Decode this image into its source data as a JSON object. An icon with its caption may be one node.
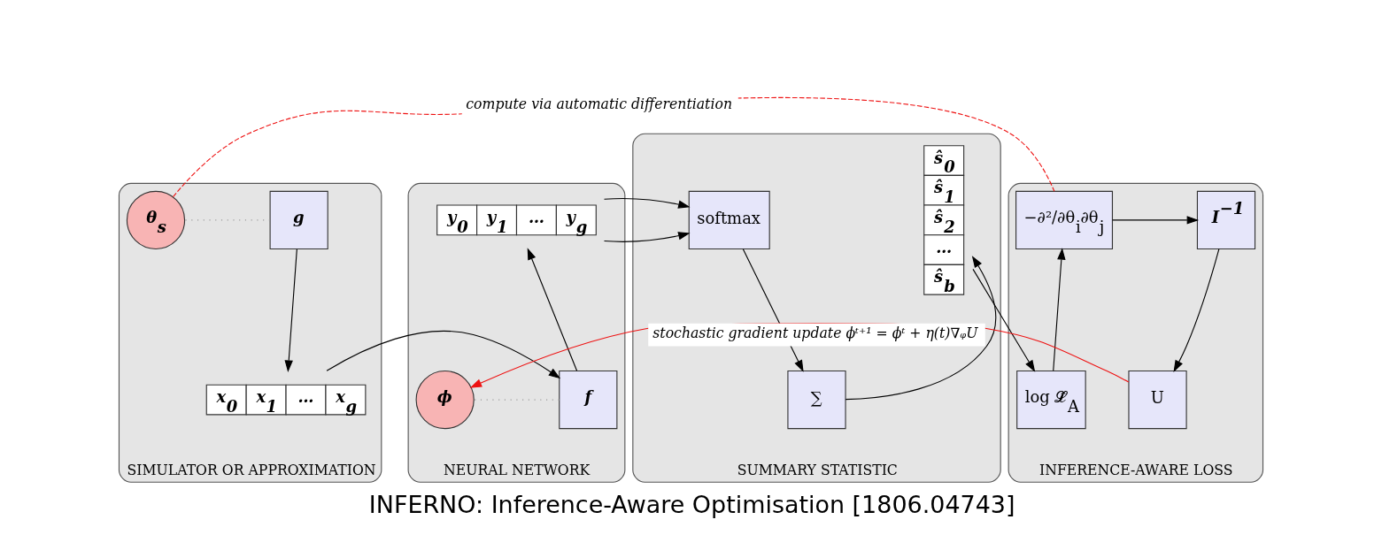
{
  "diagram": {
    "caption": "INFERNO: Inference-Aware Optimisation [1806.04743]",
    "nodes": [
      {
        "text": [
          "SIMULATOR OR APPROXIMATION"
        ]
      },
      {
        "text": [
          "g"
        ],
        "in": 0
      },
      {
        "text": [
          "θ$_{s}$"
        ],
        "in": 0
      },
      {
        "text": [
          "x$_{0}$",
          "x$_{1}$",
          "…",
          "x$_{g}$"
        ],
        "in": 0
      },
      {
        "text": [
          "NEURAL NETWORK"
        ]
      },
      {
        "text": [
          "y$_{0}$",
          "y$_{1}$",
          "…",
          "y$_{g}$"
        ],
        "in": 4
      },
      {
        "text": [
          "f"
        ],
        "in": 4
      },
      {
        "text": [
          "ϕ"
        ],
        "in": 4
      },
      {
        "text": [
          "SUMMARY STATISTIC"
        ]
      },
      {
        "text": [
          "softmax"
        ],
        "in": 8
      },
      {
        "text": [
          "∑"
        ],
        "in": 8
      },
      {
        "text": [
          "ŝ$_{0}$",
          "ŝ$_{1}$",
          "ŝ$_{2}$",
          "…",
          "ŝ$_{b}$"
        ],
        "in": 8
      },
      {
        "text": [
          "INFERENCE-AWARE LOSS"
        ]
      },
      {
        "text": [
          "−∂²/∂θ$_{i}$∂θ$_{j}$"
        ],
        "in": 12
      },
      {
        "text": [
          "I$^{−1}$"
        ],
        "in": 12
      },
      {
        "text": [
          "log 𝓛̂$_{A}$"
        ],
        "in": 12
      },
      {
        "text": [
          "U"
        ],
        "in": 12
      }
    ],
    "edges": [
      {
        "from": 1,
        "to": 3,
        "arrow": "to"
      },
      {
        "from": 1,
        "to": 2,
        "arrow": "none",
        "style": "dashed",
        "color": "#999999"
      },
      {
        "from": 3,
        "to": 6,
        "arrow": "to"
      },
      {
        "from": 6,
        "to": 5,
        "arrow": "to"
      },
      {
        "from": 6,
        "to": 7,
        "arrow": "none",
        "style": "dashed",
        "color": "#999999"
      },
      {
        "from": 5,
        "to": 9,
        "arrow": "to"
      },
      {
        "from": 9,
        "to": 10,
        "arrow": "to"
      },
      {
        "from": 10,
        "to": 11,
        "arrow": "to"
      },
      {
        "from": 11,
        "to": 15,
        "arrow": "to"
      },
      {
        "from": 15,
        "to": 13,
        "arrow": "to"
      },
      {
        "from": 13,
        "to": 14,
        "arrow": "to"
      },
      {
        "from": 14,
        "to": 16,
        "arrow": "to"
      },
      {
        "from": 16,
        "to": 7,
        "arrow": "to",
        "color": "#ee1111",
        "label": "stochastic gradient update ϕᵗ⁺¹ = ϕᵗ + η(t)∇ᵩU"
      },
      {
        "from": 2,
        "to": 13,
        "arrow": "none",
        "style": "dashed",
        "color": "#ee1111",
        "label": "compute via automatic differentiation"
      }
    ]
  }
}
